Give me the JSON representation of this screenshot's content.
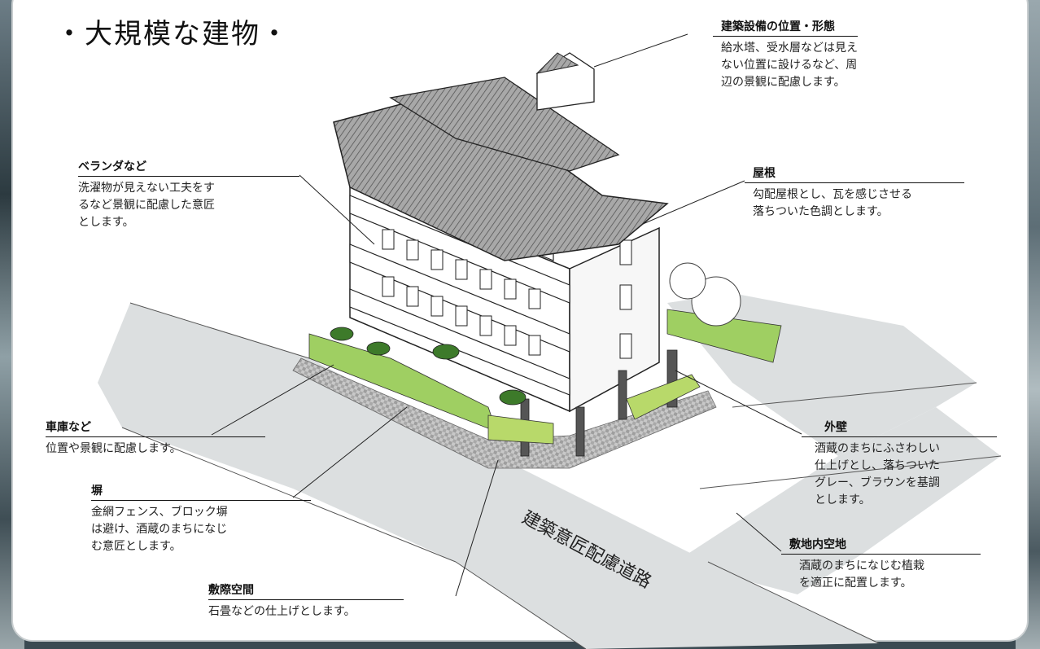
{
  "title": "・大規模な建物・",
  "road_label": "建築意匠配慮道路",
  "callouts": {
    "equipment": {
      "head": "建築設備の位置・形態",
      "body": "給水塔、受水層などは見え\nない位置に設けるなど、周\n辺の景観に配慮します。"
    },
    "veranda": {
      "head": "ベランダなど",
      "body": "洗濯物が見えない工夫をす\nるなど景観に配慮した意匠\nとします。"
    },
    "roof": {
      "head": "屋根",
      "body": "勾配屋根とし、瓦を感じさせる\n落ちついた色調とします。"
    },
    "garage": {
      "head": "車庫など",
      "body": "位置や景観に配慮します。"
    },
    "fence": {
      "head": "塀",
      "body": "金網フェンス、ブロック塀\nは避け、酒蔵のまちになじ\nむ意匠とします。"
    },
    "wall": {
      "head": "外壁",
      "body": "酒蔵のまちにふさわしい\n仕上げとし、落ちついた\nグレー、ブラウンを基調\nとします。"
    },
    "open_space": {
      "head": "敷地内空地",
      "body": "酒蔵のまちになじむ植栽\nを適正に配置します。"
    },
    "boundary": {
      "head": "敷際空間",
      "body": "石畳などの仕上げとします。"
    }
  },
  "colors": {
    "road": "#dcdfe0",
    "roof": "#9a9a9a",
    "green": "#9fcf62",
    "dark_green": "#3d7a2a",
    "paving": "#bdbdbd"
  }
}
